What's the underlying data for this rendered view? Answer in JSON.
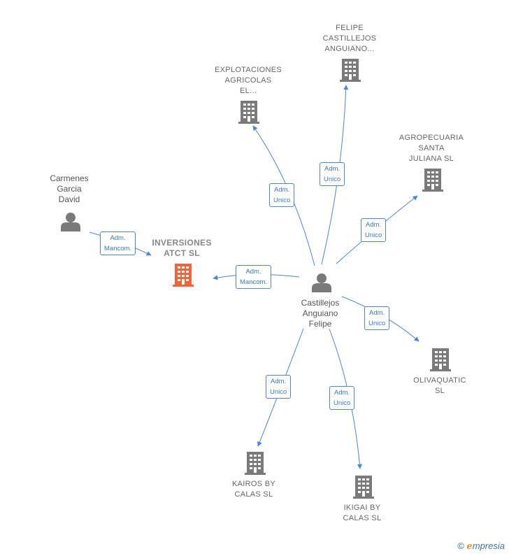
{
  "colors": {
    "edge": "#4a86d4",
    "company": "#7a7a7a",
    "company_main": "#f0643c",
    "person": "#7a7a7a"
  },
  "nodes": {
    "inversiones": {
      "label": "INVERSIONES\nATCT  SL",
      "icon": "building-icon"
    },
    "explotaciones": {
      "label": "EXPLOTACIONES\nAGRICOLAS\nEL...",
      "icon": "building-icon"
    },
    "felipe_co": {
      "label": "FELIPE\nCASTILLEJOS\nANGUIANO...",
      "icon": "building-icon"
    },
    "agropecuaria": {
      "label": "AGROPECUARIA\nSANTA\nJULIANA SL",
      "icon": "building-icon"
    },
    "olivaquatic": {
      "label": "OLIVAQUATIC\nSL",
      "icon": "building-icon"
    },
    "kairos": {
      "label": "KAIROS BY\nCALAS  SL",
      "icon": "building-icon"
    },
    "ikigai": {
      "label": "IKIGAI BY\nCALAS  SL",
      "icon": "building-icon"
    },
    "carmenes": {
      "label": "Carmenes\nGarcia\nDavid",
      "icon": "person-icon"
    },
    "castillejos": {
      "label": "Castillejos\nAnguiano\nFelipe",
      "icon": "person-icon"
    }
  },
  "relations": {
    "carmenes_inversiones": "Adm.\nMancom.",
    "castillejos_inversiones": "Adm.\nMancom.",
    "castillejos_explotaciones": "Adm.\nUnico",
    "castillejos_felipe_co": "Adm.\nUnico",
    "castillejos_agropecuaria": "Adm.\nUnico",
    "castillejos_olivaquatic": "Adm.\nUnico",
    "castillejos_kairos": "Adm.\nUnico",
    "castillejos_ikigai": "Adm.\nUnico"
  },
  "footer": {
    "copyright": "©",
    "brand_initial": "e",
    "brand_rest": "mpresia"
  }
}
